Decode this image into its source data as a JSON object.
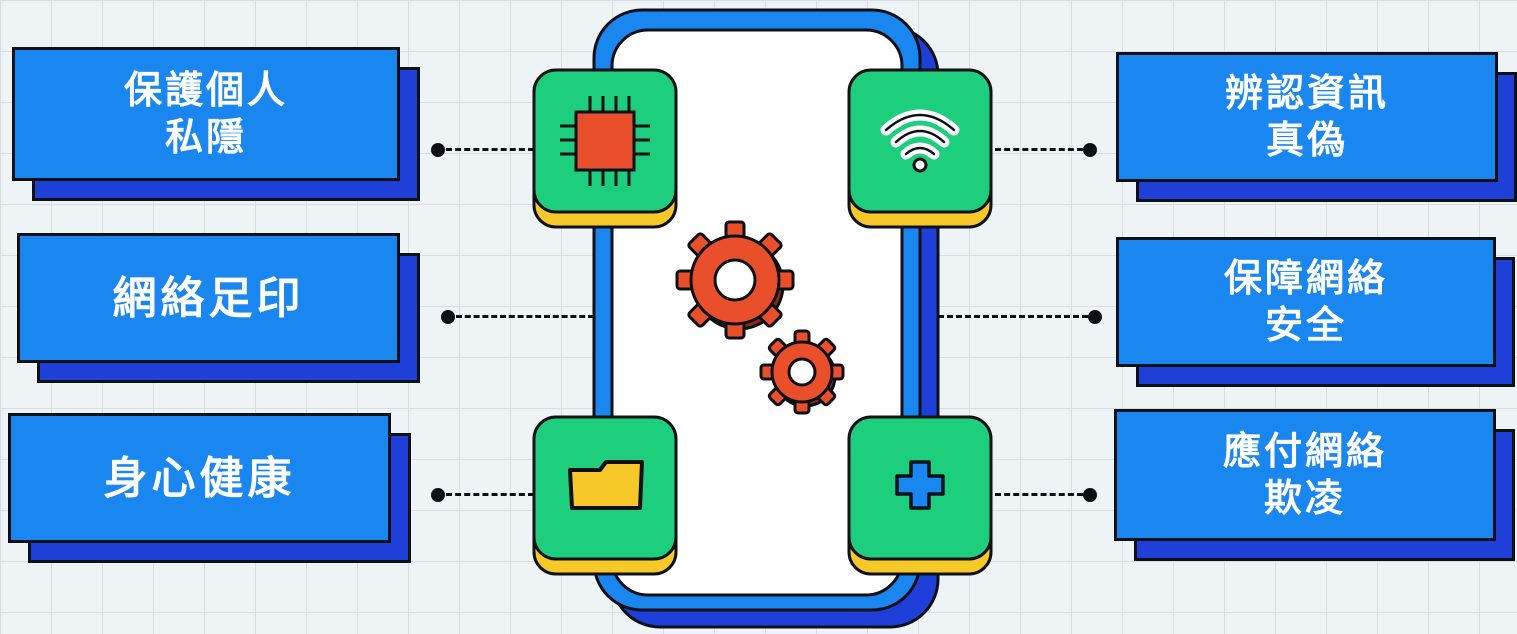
{
  "colors": {
    "background": "#eef3f6",
    "card_face": "#1a86f0",
    "card_shadow": "#1f3fd9",
    "outline": "#0d1117",
    "tile_green": "#1dcf7d",
    "tile_base": "#f7c928",
    "gear": "#ea4f2b",
    "phone_frame": "#1a86f0"
  },
  "left_cards": [
    {
      "label": "保護個人\n私隱"
    },
    {
      "label": "網絡足印"
    },
    {
      "label": "身心健康"
    }
  ],
  "right_cards": [
    {
      "label": "辨認資訊\n真偽"
    },
    {
      "label": "保障網絡\n安全"
    },
    {
      "label": "應付網絡\n欺凌"
    }
  ],
  "icons": [
    "chip-icon",
    "wifi-icon",
    "folder-icon",
    "plus-icon",
    "gear-icon"
  ]
}
